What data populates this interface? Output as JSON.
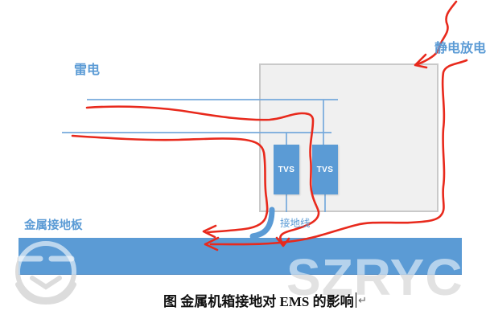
{
  "diagram": {
    "labels": {
      "lightning": "雷电",
      "esd": "静电放电",
      "ground_plate": "金属接地板",
      "ground_wire": "接地线"
    },
    "tvs": [
      {
        "label": "TVS"
      },
      {
        "label": "TVS"
      }
    ]
  },
  "watermark": {
    "brand": "SZRYC",
    "logo": "circular ground-symbol emblem"
  },
  "caption": {
    "text": "图  金属机箱接地对 EMS 的影响",
    "paragraph_mark": "↵"
  },
  "colors": {
    "accent_blue": "#5b9bd5",
    "wire_blue": "#76a9dc",
    "annotation_red": "#e8291c",
    "box_fill": "#f0f0f0",
    "box_border": "#c9c9c9",
    "watermark_gray": "#e2e2e2"
  }
}
